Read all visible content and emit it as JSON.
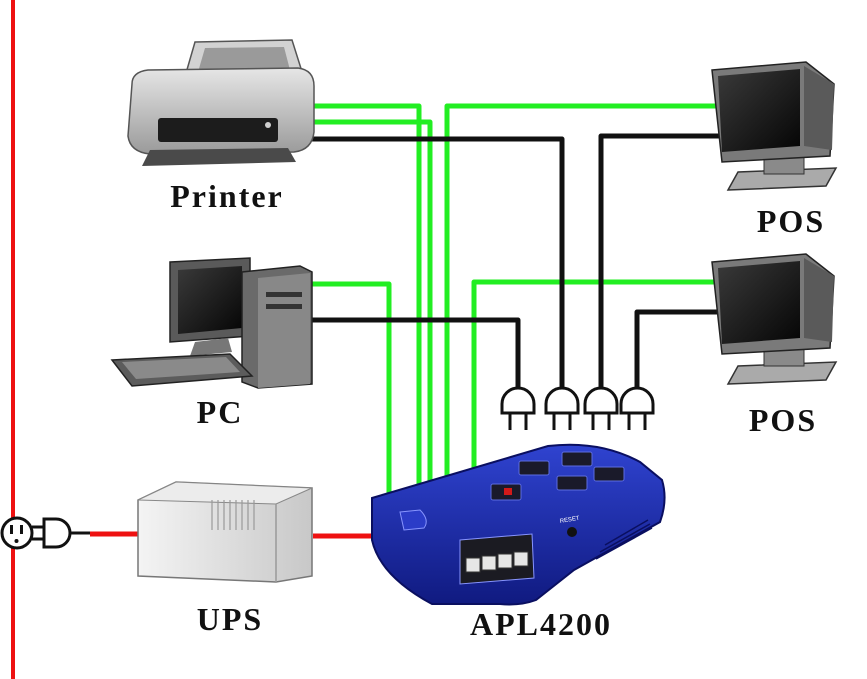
{
  "labels": {
    "printer": "Printer",
    "pc": "PC",
    "ups": "UPS",
    "pos_top": "POS",
    "pos_bottom": "POS",
    "device": "APL4200"
  },
  "device_markings": {
    "reset": "RESET"
  },
  "colors": {
    "power_line": "#ee1111",
    "data_line": "#22ee22",
    "control_line": "#111111",
    "device_body": "#1a2aa8"
  }
}
